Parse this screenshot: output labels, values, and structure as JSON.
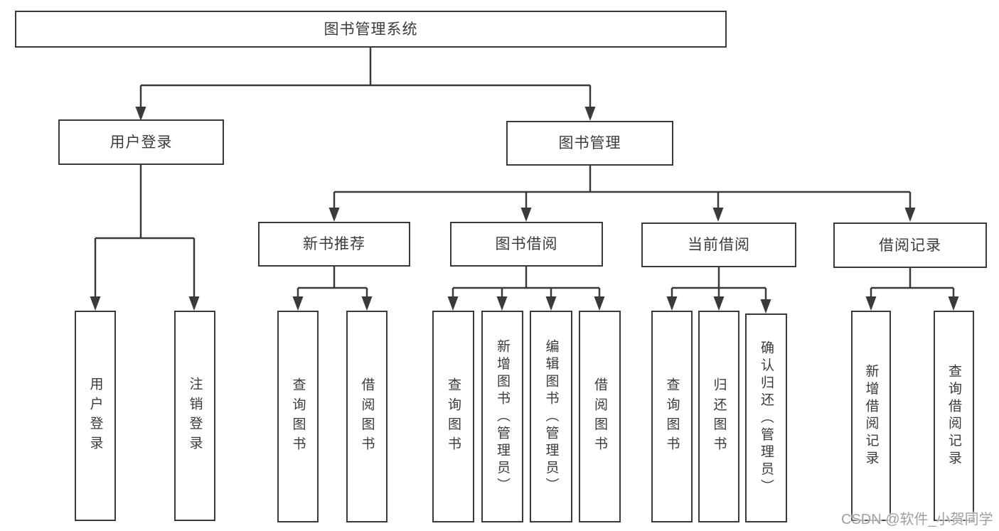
{
  "diagram": {
    "title_node": {
      "label": "图书管理系统"
    },
    "level2": {
      "user_login": {
        "label": "用户登录"
      },
      "book_mgmt": {
        "label": "图书管理"
      }
    },
    "level3": {
      "new_book_rec": {
        "label": "新书推荐"
      },
      "book_borrow": {
        "label": "图书借阅"
      },
      "current_borrow": {
        "label": "当前借阅"
      },
      "borrow_record": {
        "label": "借阅记录"
      }
    },
    "leaves": {
      "user_login_leaf": {
        "label": "用户登录"
      },
      "logout": {
        "label": "注销登录"
      },
      "nb_query_book": {
        "label": "查询图书"
      },
      "nb_borrow_book": {
        "label": "借阅图书"
      },
      "bb_query_book": {
        "label": "查询图书"
      },
      "bb_add_book": {
        "label": "新增图书（管理员）"
      },
      "bb_edit_book": {
        "label": "编辑图书（管理员）"
      },
      "bb_borrow_book": {
        "label": "借阅图书"
      },
      "cb_query_book": {
        "label": "查询图书"
      },
      "cb_return_book": {
        "label": "归还图书"
      },
      "cb_confirm_return": {
        "label": "确认归还（管理员）"
      },
      "br_add_record": {
        "label": "新增借阅记录"
      },
      "br_query_record": {
        "label": "查询借阅记录"
      }
    }
  },
  "watermark": {
    "text": "CSDN @软件_小贺同学"
  },
  "colors": {
    "line": "#3a3a3a",
    "border": "#3a3a3a",
    "text": "#3b3b3b",
    "watermark": "#a0a0a0",
    "background": "#ffffff"
  }
}
